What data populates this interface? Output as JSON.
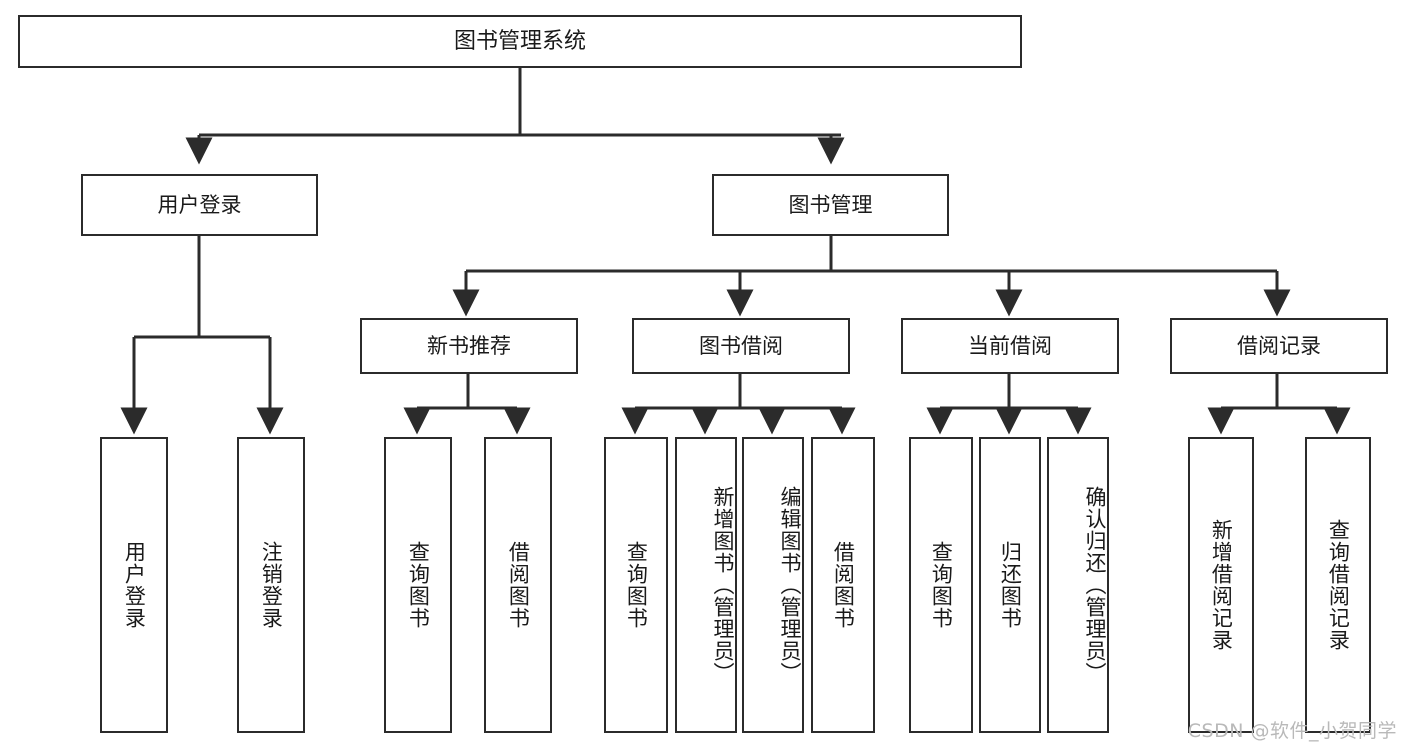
{
  "diagram": {
    "type": "tree",
    "title": "图书管理系统",
    "watermark": "CSDN @软件_小贺同学",
    "colors": {
      "stroke": "#2b2b2b",
      "fill": "#ffffff",
      "text": "#1a1a1a",
      "watermark": "#b9b9b9"
    },
    "nodes": {
      "root": {
        "label": "图书管理系统"
      },
      "level2": [
        {
          "label": "用户登录"
        },
        {
          "label": "图书管理"
        }
      ],
      "level3": [
        {
          "label": "新书推荐"
        },
        {
          "label": "图书借阅"
        },
        {
          "label": "当前借阅"
        },
        {
          "label": "借阅记录"
        }
      ],
      "leaves": {
        "user_login": [
          {
            "label": "用户登录"
          },
          {
            "label": "注销登录"
          }
        ],
        "new_book": [
          {
            "label": "查询图书"
          },
          {
            "label": "借阅图书"
          }
        ],
        "book_borrow": [
          {
            "label": "查询图书"
          },
          {
            "label": "新增图书（管理员）"
          },
          {
            "label": "编辑图书（管理员）"
          },
          {
            "label": "借阅图书"
          }
        ],
        "current_borrow": [
          {
            "label": "查询图书"
          },
          {
            "label": "归还图书"
          },
          {
            "label": "确认归还（管理员）"
          }
        ],
        "borrow_record": [
          {
            "label": "新增借阅记录"
          },
          {
            "label": "查询借阅记录"
          }
        ]
      }
    }
  }
}
